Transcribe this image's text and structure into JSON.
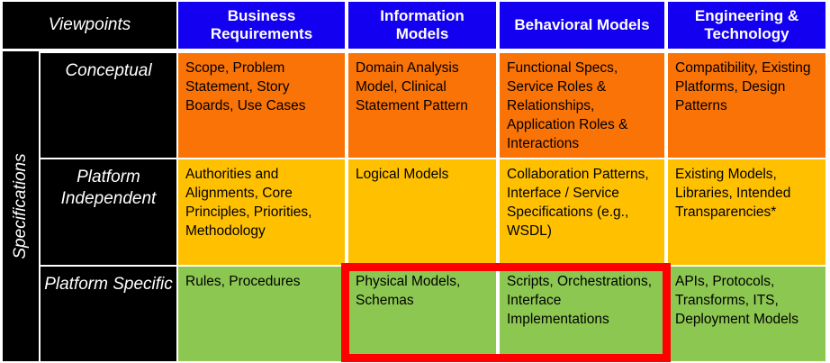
{
  "matrix": {
    "corner_label": "Viewpoints",
    "row_group_label": "Specifications",
    "columns": [
      {
        "label": "Business Requirements"
      },
      {
        "label": "Information Models"
      },
      {
        "label": "Behavioral Models"
      },
      {
        "label": "Engineering & Technology"
      }
    ],
    "rows": [
      {
        "label": "Conceptual",
        "color": "#f97306",
        "cells": [
          "Scope, Problem Statement, Story Boards, Use Cases",
          "Domain Analysis Model, Clinical Statement Pattern",
          "Functional Specs, Service Roles & Relationships, Application Roles & Interactions",
          "Compatibility, Existing Platforms, Design Patterns"
        ]
      },
      {
        "label": "Platform Independent",
        "color": "#ffc000",
        "cells": [
          "Authorities and Alignments,  Core Principles, Priorities, Methodology",
          "Logical Models",
          "Collaboration Patterns, Interface / Service Specifications (e.g., WSDL)",
          "Existing Models, Libraries, Intended Transparencies*"
        ]
      },
      {
        "label": "Platform Specific",
        "color": "#8cc751",
        "cells": [
          "Rules, Procedures",
          "Physical Models, Schemas",
          "Scripts, Orchestrations, Interface Implementations",
          "APIs, Protocols, Transforms, ITS, Deployment Models"
        ]
      }
    ],
    "highlight": {
      "name": "platform-specific-models-highlight",
      "color": "#ff0000"
    },
    "palette": {
      "header_background": "#1400f0",
      "header_text": "#ffffff",
      "label_background": "#000000",
      "label_text": "#ffffff",
      "grid_line": "#ffffff"
    }
  }
}
